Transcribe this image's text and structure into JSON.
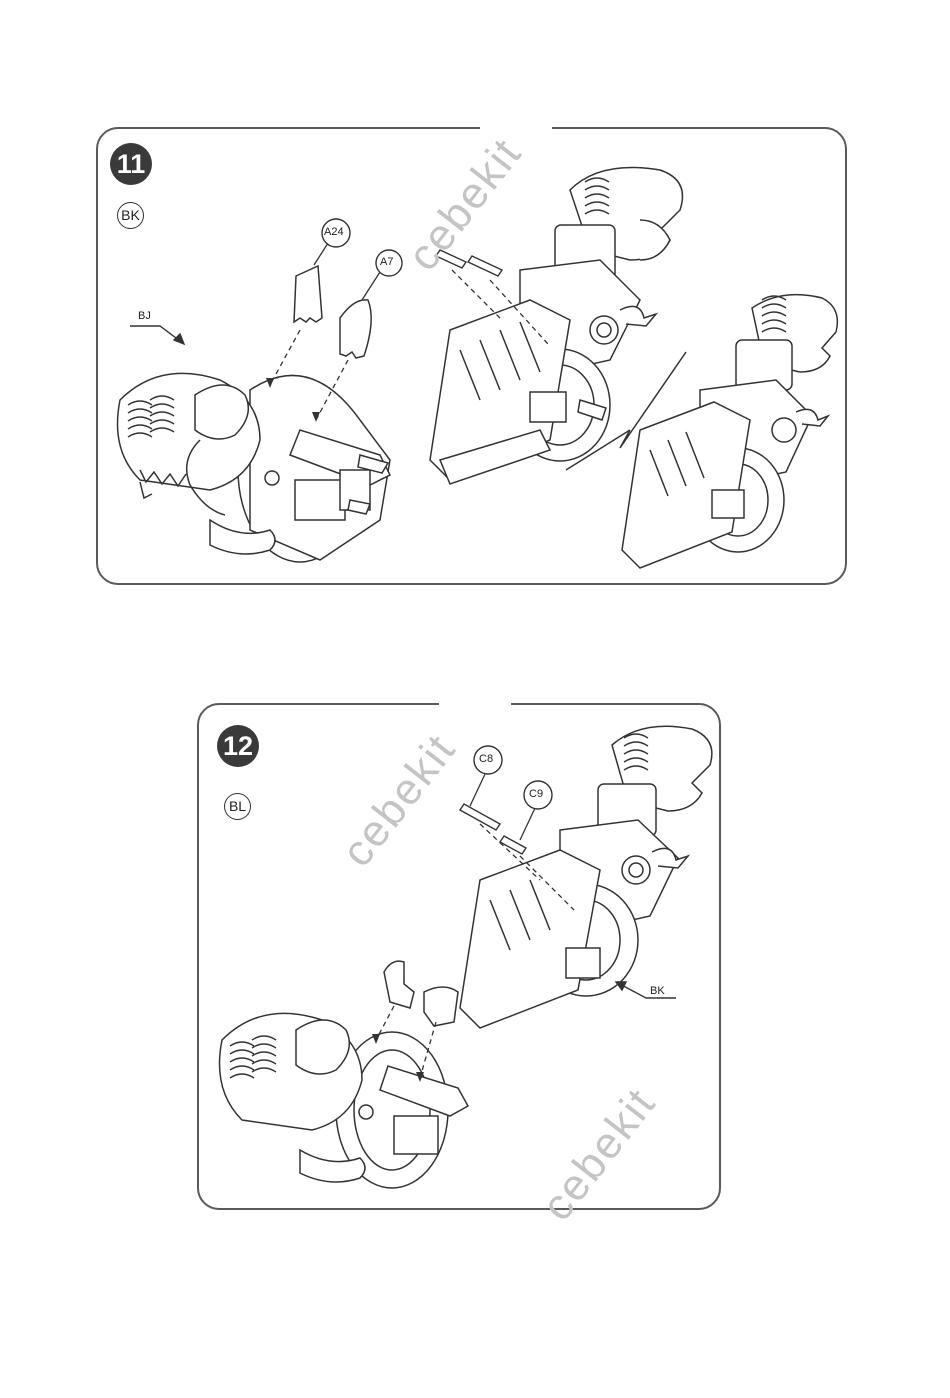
{
  "watermark": "cebekit",
  "steps": [
    {
      "number": "11",
      "badge": "BK",
      "parts": [
        "A24",
        "A7"
      ],
      "pointer_label": "BJ"
    },
    {
      "number": "12",
      "badge": "BL",
      "parts": [
        "C8",
        "C9"
      ],
      "pointer_label": "BK"
    }
  ]
}
